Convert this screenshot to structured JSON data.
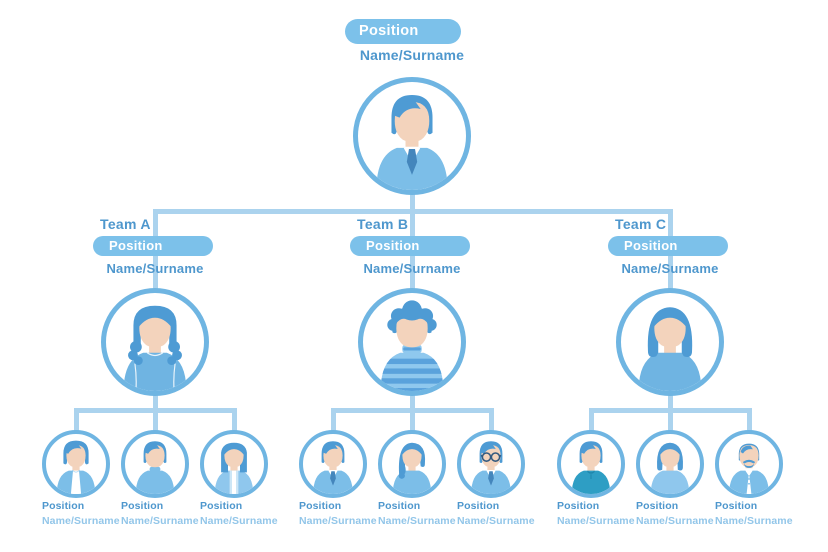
{
  "palette": {
    "connector_line": "#ABD3EE",
    "circle_border": "#6FB5E2",
    "pill_bg": "#7CC1EA",
    "pill_text": "#FFFFFF",
    "text_primary": "#4E97CD",
    "text_secondary": "#92C6E9",
    "hair": "#4E9BD4",
    "skin": "#F3D3BC",
    "suit": "#7CBEE8",
    "tie": "#4486BC",
    "stripe_light": "#8FC8EE",
    "stripe_dark": "#5AA2DC",
    "teal_shirt": "#2E9EC4",
    "light_top": "#8FC7ED",
    "deep_top": "#6FB4E2",
    "glasses": "#33597F",
    "background": "#FFFFFF"
  },
  "root": {
    "position": "Position",
    "name": "Name/Surname",
    "avatar": "man-side-part-suit"
  },
  "teams": [
    {
      "label": "Team A",
      "position": "Position",
      "name": "Name/Surname",
      "avatar": "woman-long-wavy-hair",
      "members": [
        {
          "position": "Position",
          "name": "Name/Surname",
          "avatar": "woman-pixie-jacket"
        },
        {
          "position": "Position",
          "name": "Name/Surname",
          "avatar": "man-plain-sweater"
        },
        {
          "position": "Position",
          "name": "Name/Surname",
          "avatar": "woman-straight-bob-cardigan"
        }
      ]
    },
    {
      "label": "Team B",
      "position": "Position",
      "name": "Name/Surname",
      "avatar": "man-curly-striped-sweater",
      "members": [
        {
          "position": "Position",
          "name": "Name/Surname",
          "avatar": "man-side-part-suit"
        },
        {
          "position": "Position",
          "name": "Name/Surname",
          "avatar": "woman-side-ponytail"
        },
        {
          "position": "Position",
          "name": "Name/Surname",
          "avatar": "man-glasses-suit"
        }
      ]
    },
    {
      "label": "Team C",
      "position": "Position",
      "name": "Name/Surname",
      "avatar": "woman-bob",
      "members": [
        {
          "position": "Position",
          "name": "Name/Surname",
          "avatar": "man-teal-shirt"
        },
        {
          "position": "Position",
          "name": "Name/Surname",
          "avatar": "woman-medium-hair"
        },
        {
          "position": "Position",
          "name": "Name/Surname",
          "avatar": "man-mustache-suit"
        }
      ]
    }
  ]
}
